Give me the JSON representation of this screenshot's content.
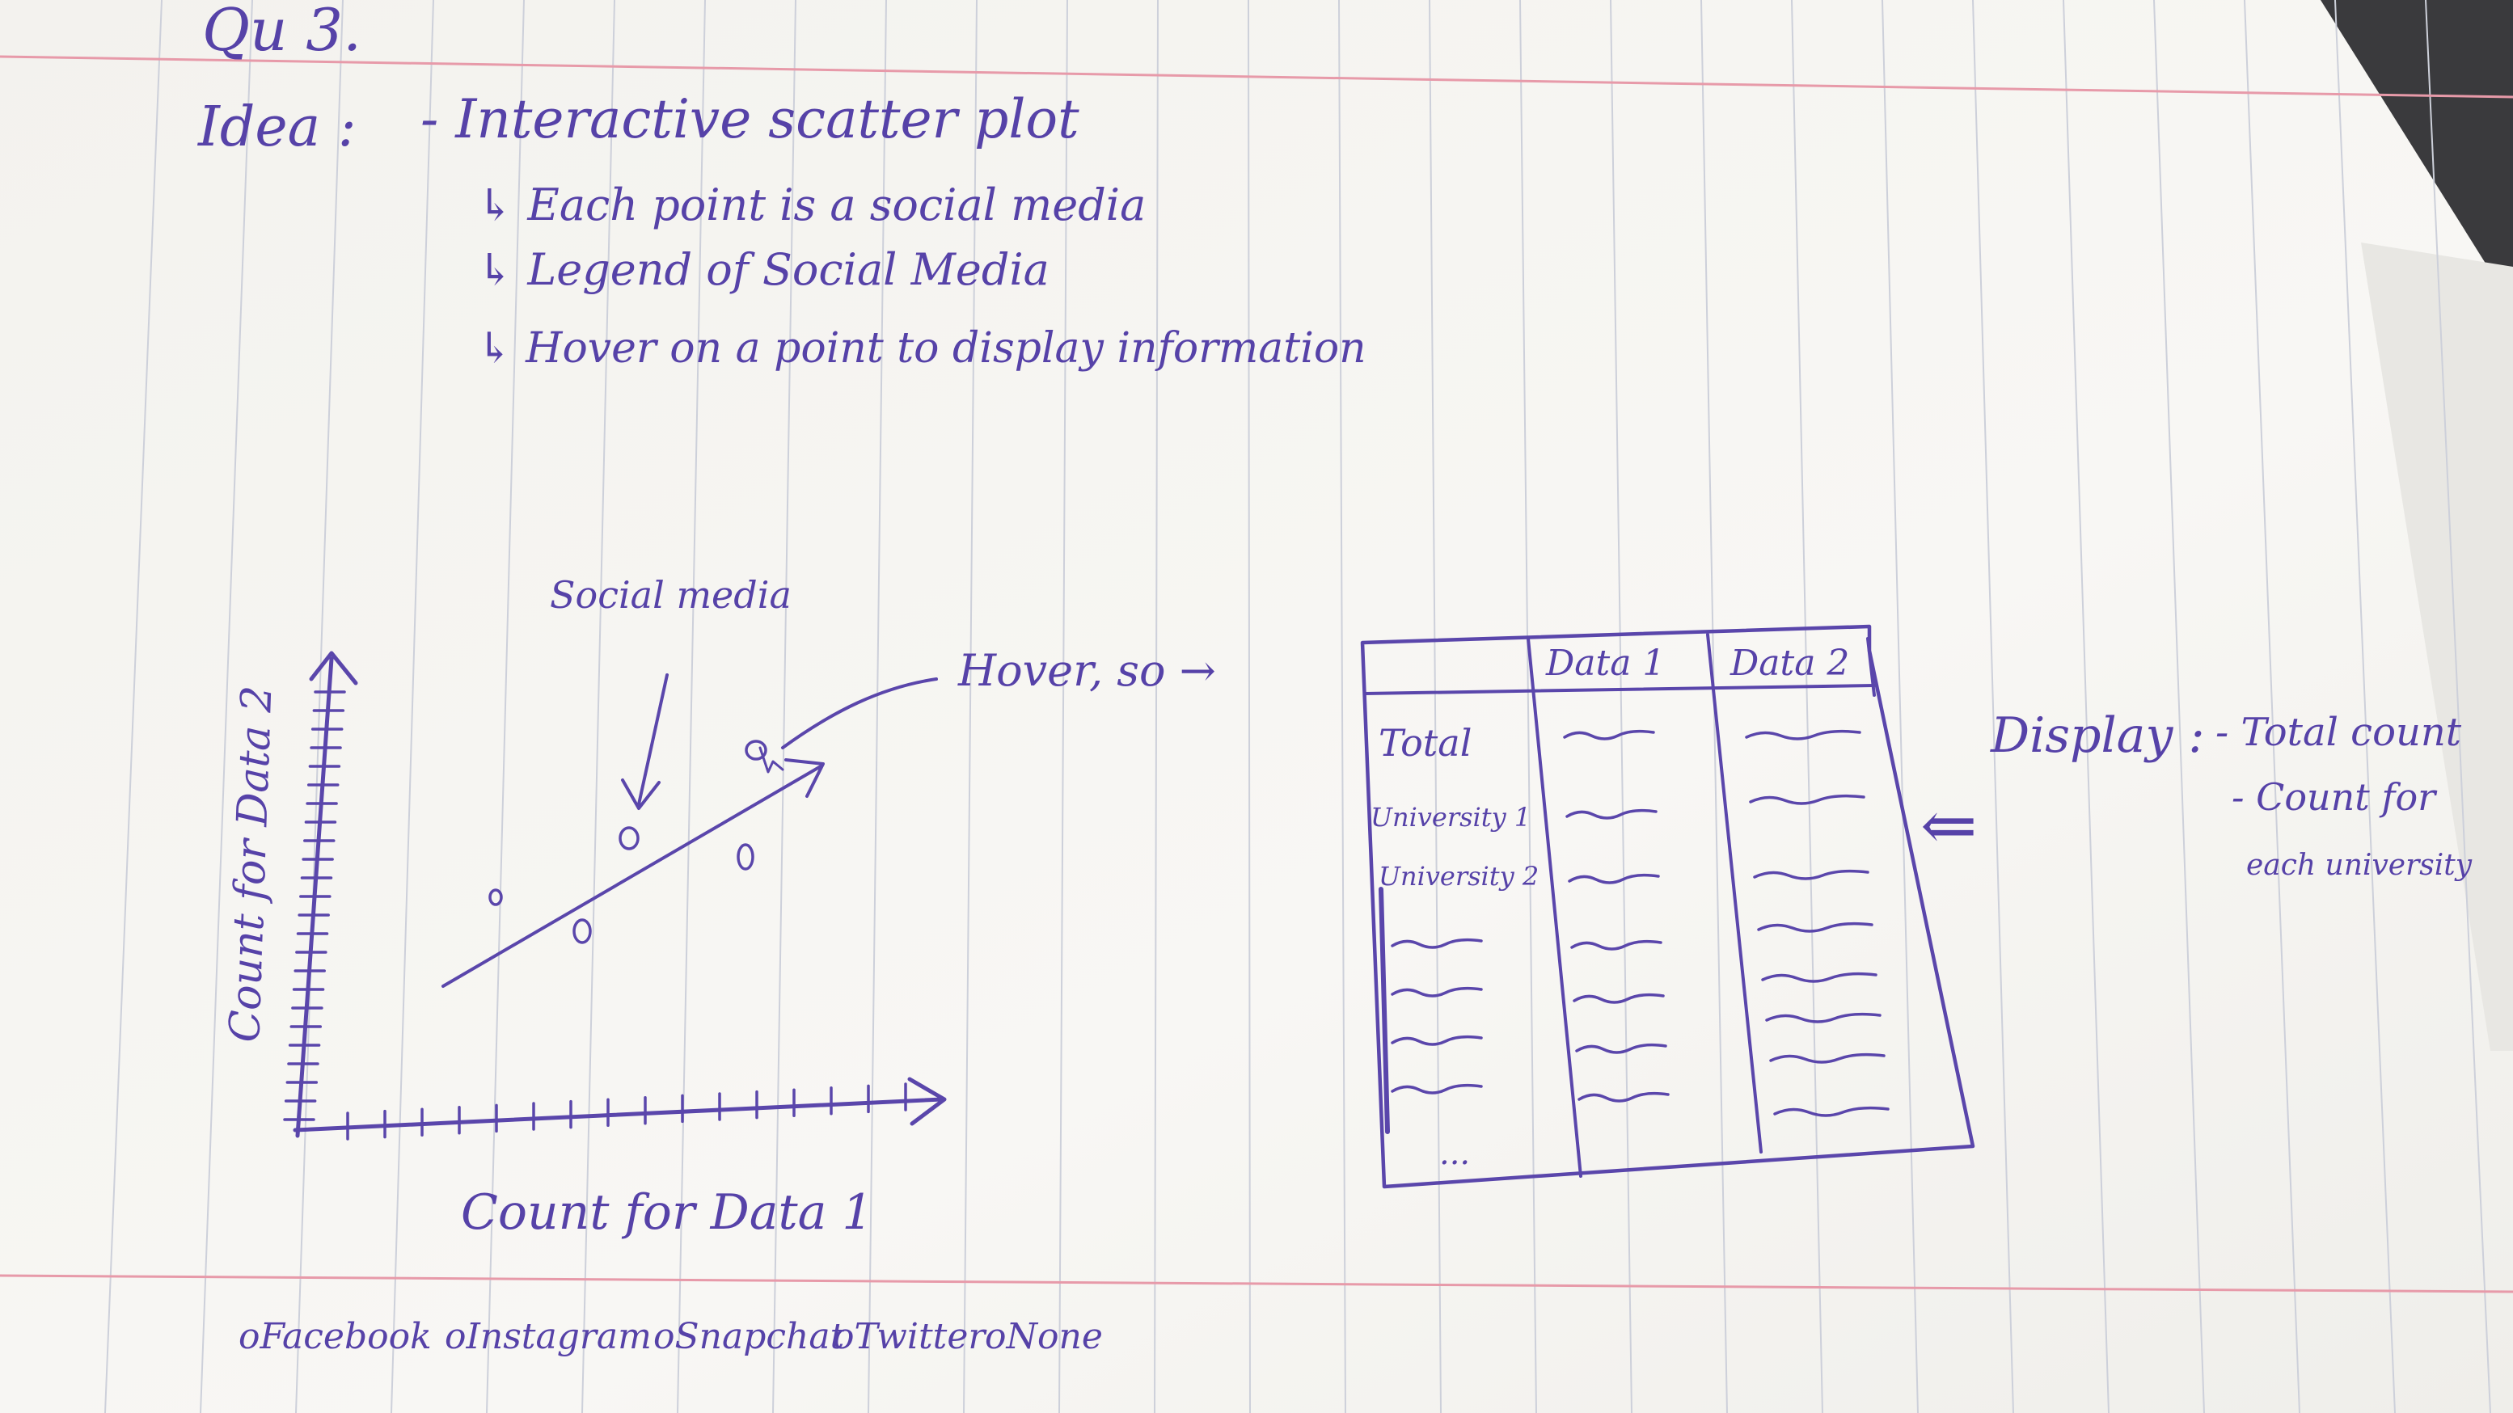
{
  "heading": {
    "question": "Qu 3.",
    "idea_label": "Idea :",
    "title": "- Interactive scatter plot"
  },
  "bullets": [
    "↳ Each point is a social media",
    "↳ Legend of Social Media",
    "↳ Hover on a point to display information"
  ],
  "sketch": {
    "annotation_points": "Social media",
    "annotation_hover": "Hover, so →",
    "y_axis_label": "Count for Data 2",
    "x_axis_label": "Count for Data 1"
  },
  "legend": [
    "oFacebook",
    "oInstagram",
    "oSnapchat",
    "oTwitter",
    "oNone"
  ],
  "table": {
    "headers": [
      "Data 1",
      "Data 2"
    ],
    "rows": [
      "Total",
      "University 1",
      "University 2"
    ],
    "ellipsis": "..."
  },
  "display_note": {
    "title": "Display :",
    "items": [
      "- Total count",
      "- Count for",
      "each university"
    ],
    "arrow": "⇐"
  },
  "colors": {
    "ink": "#5642a8",
    "paper": "#f6f5f2",
    "rule_red": "#e79aa9",
    "rule_blue": "#c7cad6"
  }
}
